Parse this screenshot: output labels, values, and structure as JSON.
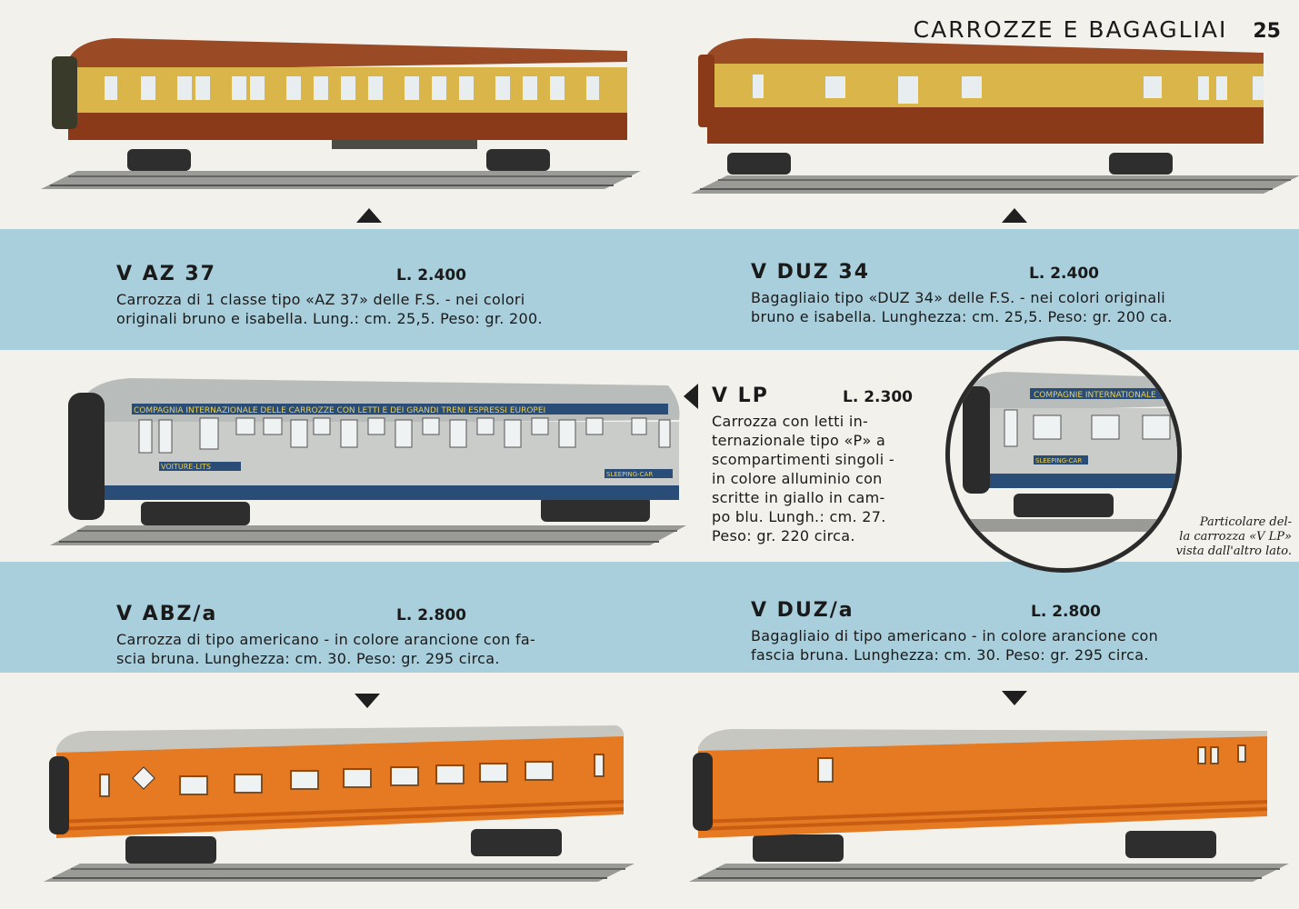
{
  "header": {
    "title": "CARROZZE E BAGAGLIAI",
    "page_number": "25"
  },
  "products": {
    "vaz37": {
      "code": "V AZ 37",
      "price": "L. 2.400",
      "description": "Carrozza di 1 classe tipo «AZ 37» delle F.S. - nei colori\noriginali bruno e isabella. Lung.: cm. 25,5. Peso: gr. 200."
    },
    "vduz34": {
      "code": "V DUZ 34",
      "price": "L. 2.400",
      "description": "Bagagliaio tipo «DUZ 34» delle F.S. - nei colori originali\nbruno e isabella. Lunghezza: cm. 25,5. Peso: gr. 200 ca."
    },
    "vlp": {
      "code": "V LP",
      "price": "L. 2.300",
      "description": "Carrozza con letti in-\nternazionale tipo «P» a\nscompartimenti singoli -\nin colore alluminio con\nscritte in giallo in cam-\npo blu. Lungh.: cm. 27.\nPeso: gr. 220 circa."
    },
    "vabz": {
      "code": "V ABZ/a",
      "price": "L. 2.800",
      "description": "Carrozza di tipo americano - in colore arancione con fa-\nscia bruna. Lunghezza: cm. 30. Peso: gr. 295 circa."
    },
    "vduza": {
      "code": "V DUZ/a",
      "price": "L. 2.800",
      "description": "Bagagliaio di tipo americano - in colore arancione con\nfascia bruna. Lunghezza: cm. 30. Peso: gr. 295 circa."
    }
  },
  "car_lettering": {
    "vlp_banner": "COMPAGNIA INTERNAZIONALE DELLE CARROZZE CON LETTI E DEI GRANDI TRENI ESPRESSI EUROPEI",
    "vlp_side_left": "VOITURE-LITS",
    "vlp_side_right": "SLEEPING-CAR",
    "detail_banner": "COMPAGNIE INTERNATIONALE",
    "detail_plate": "SLEEPING-CAR"
  },
  "detail_caption": "Particolare del-\nla carrozza «V LP»\nvista dall'altro lato.",
  "colors": {
    "band": "#a9cfdc",
    "brown": "#8a3a18",
    "isabella": "#d8b64a",
    "aluminium": "#c9ccc9",
    "orange": "#e57a22"
  }
}
